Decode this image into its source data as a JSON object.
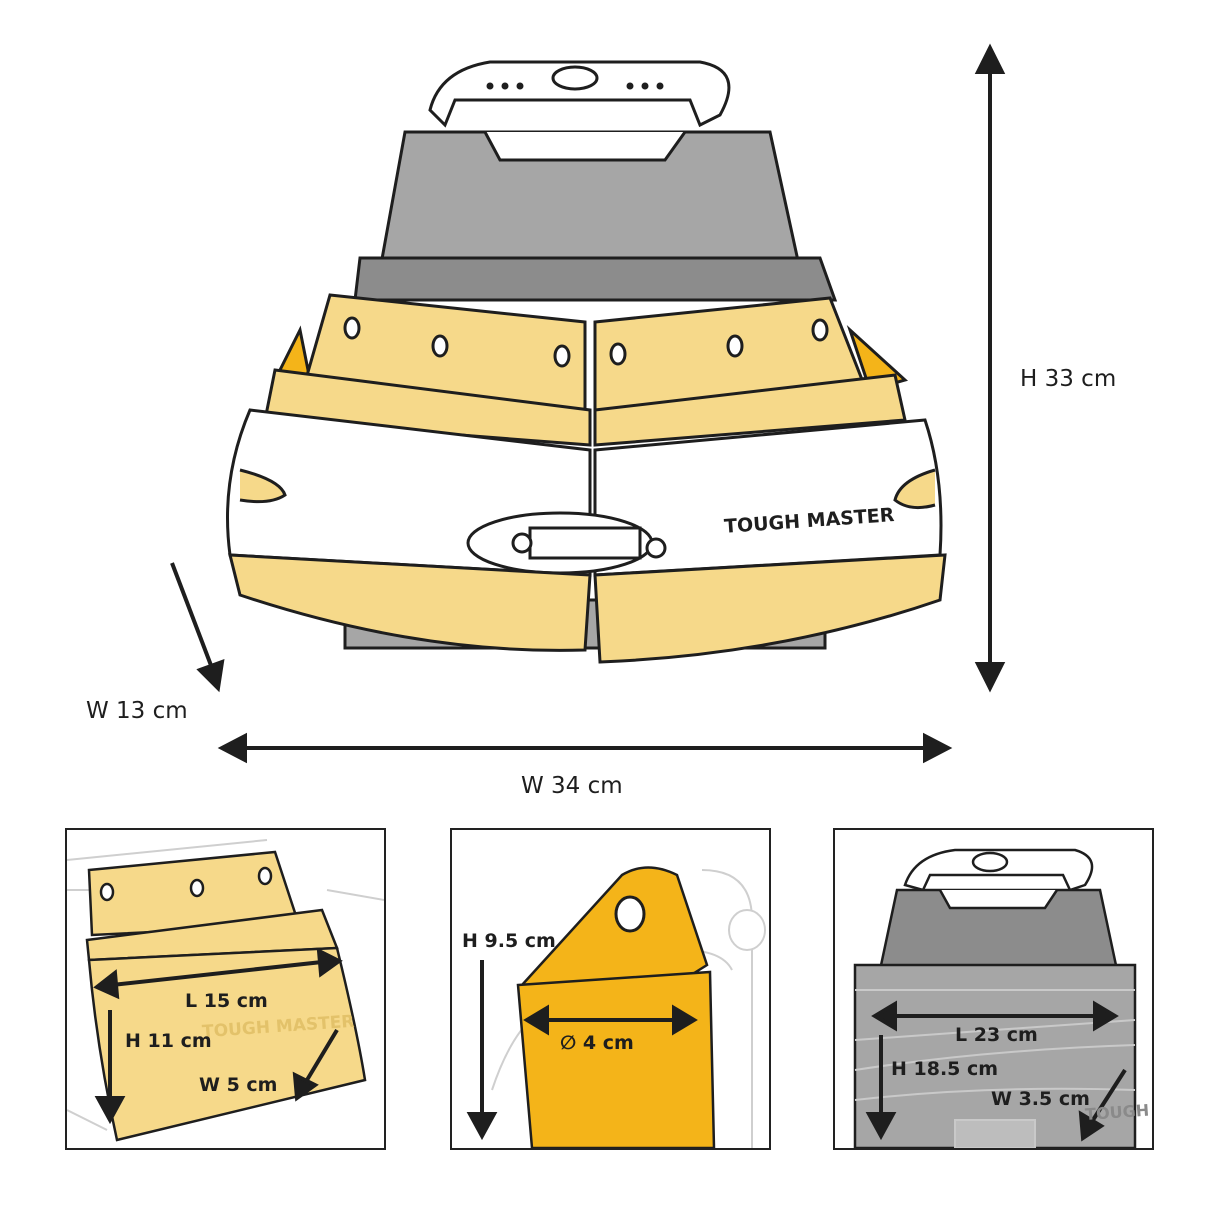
{
  "main": {
    "brand": "TOUGH MASTER",
    "height_label": "H 33 cm",
    "depth_label": "W 13 cm",
    "width_label": "W 34 cm"
  },
  "panels": [
    {
      "title": "nail-pouch",
      "length": "L 15 cm",
      "height": "H 11 cm",
      "width": "W 5 cm",
      "brand": "TOUGH MASTER"
    },
    {
      "title": "hammer-loop",
      "height": "H 9.5 cm",
      "diameter": "∅ 4 cm"
    },
    {
      "title": "back-pocket",
      "length": "L 23 cm",
      "height": "H 18.5 cm",
      "width": "W 3.5 cm",
      "brand": "TOUGH MASTER"
    }
  ],
  "colors": {
    "gray": "#a6a6a6",
    "dark_gray": "#8c8c8c",
    "tan": "#f6d98a",
    "orange": "#f4b419",
    "line": "#1e1e1e"
  }
}
